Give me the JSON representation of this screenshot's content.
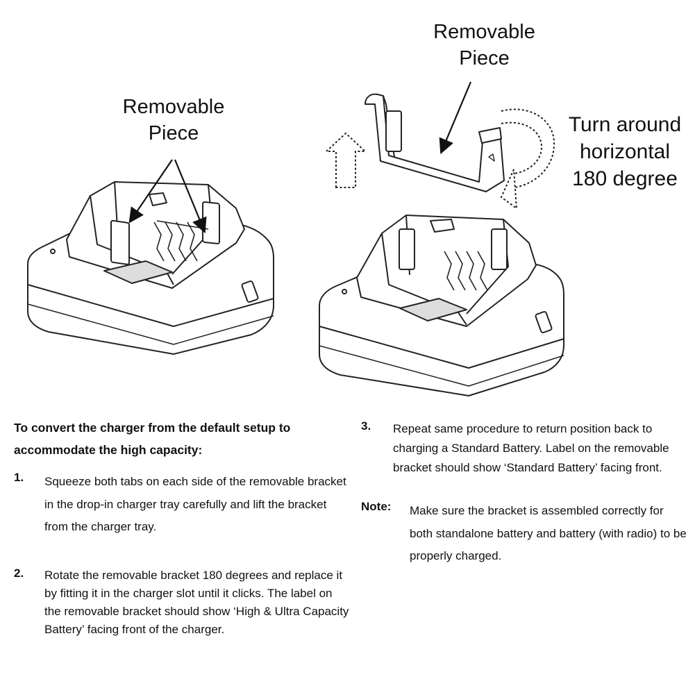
{
  "callouts": {
    "left": [
      "Removable",
      "Piece"
    ],
    "right": [
      "Removable",
      "Piece"
    ],
    "rotate": [
      "Turn around",
      "horizontal",
      "180 degree"
    ]
  },
  "instructions": {
    "heading": "To convert the charger from the default setup to accommodate the high capacity:",
    "steps": [
      {
        "number": "1.",
        "text": "Squeeze both tabs on each side of the removable bracket in the drop-in charger tray carefully and lift the bracket from the charger tray."
      },
      {
        "number": "2.",
        "text": "Rotate the removable bracket 180 degrees and replace it by fitting it in the charger slot until it clicks. The label on the removable bracket should show ‘High & Ultra Capacity Battery’ facing front of the charger."
      },
      {
        "number": "3.",
        "text": "Repeat same procedure to return position back to charging a Standard Battery. Label on the removable bracket should show ‘Standard Battery’ facing front."
      }
    ],
    "note": {
      "label": "Note:",
      "text": "Make sure the bracket is assembled correctly for both standalone battery and battery (with radio) to be properly charged."
    }
  }
}
